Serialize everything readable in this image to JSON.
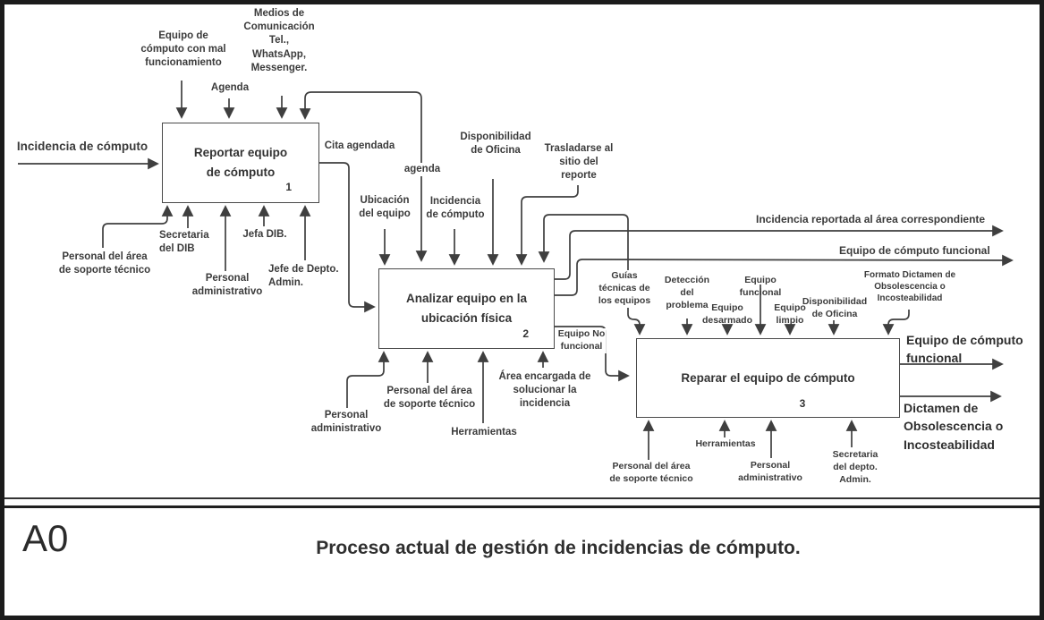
{
  "colors": {
    "frame": "#1b1b1b",
    "line": "#3f3f3f",
    "text": "#3b3b3b",
    "box_border": "#4a4a4a",
    "background": "#ffffff"
  },
  "title_bar": {
    "node": "A0",
    "title": "Proceso actual de gestión de incidencias de cómputo."
  },
  "boxes": [
    {
      "label": "Reportar equipo\nde cómputo",
      "number": "1"
    },
    {
      "label": "Analizar equipo en la\nubicación física",
      "number": "2"
    },
    {
      "label": "Reparar el equipo de cómputo",
      "number": "3"
    }
  ],
  "labels": {
    "input_incidencia": "Incidencia de cómputo",
    "ctl1_equipo_mal": "Equipo de\ncómputo con mal\nfuncionamiento",
    "ctl1_agenda": "Agenda",
    "ctl1_medios": "Medios de\nComunicación\nTel.,\nWhatsApp,\nMessenger.",
    "mech1_soporte": "Personal del área\nde soporte técnico",
    "mech1_secretaria": "Secretaria\ndel DIB",
    "mech1_admin": "Personal\nadministrativo",
    "mech1_jefa": "Jefa DIB.",
    "mech1_jefe_depto": "Jefe de Depto.\nAdmin.",
    "out1_cita": "Cita agendada",
    "fork_agenda": "agenda",
    "ctl2_ubicacion": "Ubicación\ndel equipo",
    "ctl2_incidencia": "Incidencia\nde cómputo",
    "ctl2_disponibilidad": "Disponibilidad\nde Oficina",
    "ctl2_trasladarse": "Trasladarse al\nsitio del\nreporte",
    "mech2_admin": "Personal\nadministrativo",
    "mech2_soporte": "Personal del área\nde soporte técnico",
    "mech2_herramientas": "Herramientas",
    "mech2_area": "Área encargada de\nsolucionar la\nincidencia",
    "out_incidencia_reportada": "Incidencia reportada al área correspondiente",
    "out_equipo_funcional_top": "Equipo de cómputo funcional",
    "equipo_no_funcional": "Equipo No\nfuncional",
    "ctl3_guias": "Guías\ntécnicas de\nlos equipos",
    "ctl3_deteccion": "Detección\ndel\nproblema",
    "ctl3_desarmado": "Equipo\ndesarmado",
    "ctl3_funcional": "Equipo\nfuncional",
    "ctl3_limpio": "Equipo\nlimpio",
    "ctl3_disponibilidad": "Disponibilidad\nde Oficina",
    "ctl3_formato": "Formato Dictamen de\nObsolescencia o\nIncosteabilidad",
    "mech3_soporte": "Personal del área\nde soporte técnico",
    "mech3_herramientas": "Herramientas",
    "mech3_admin": "Personal\nadministrativo",
    "mech3_secretaria": "Secretaria\ndel depto.\nAdmin.",
    "out3_funcional": "Equipo de cómputo\nfuncional",
    "out3_dictamen": "Dictamen de\nObsolescencia o\nIncosteabilidad"
  }
}
